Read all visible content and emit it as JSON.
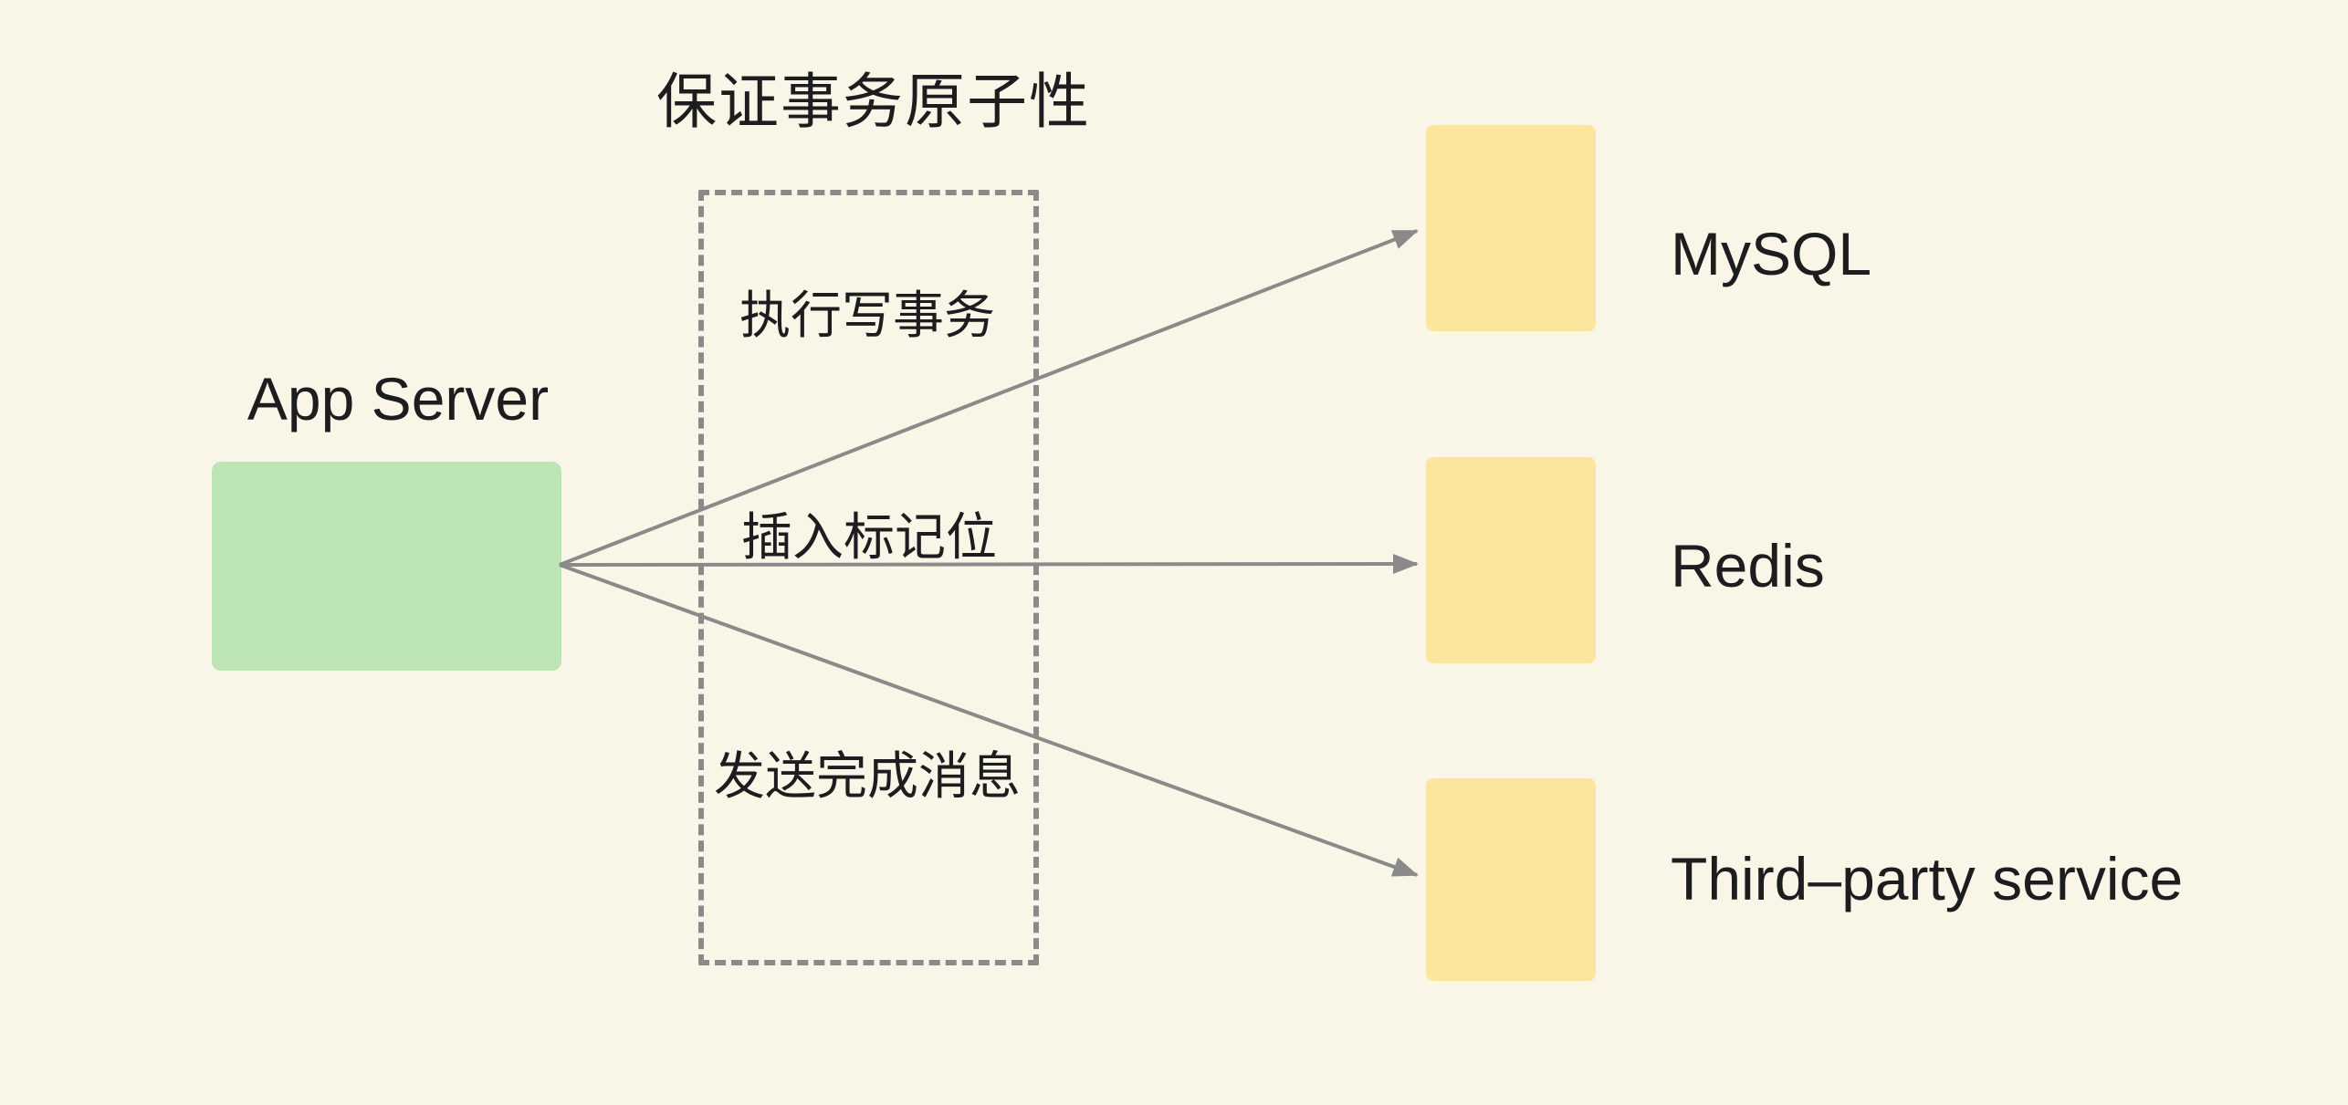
{
  "title": "保证事务原子性",
  "app_server": {
    "label": "App Server"
  },
  "steps": [
    {
      "label": "执行写事务"
    },
    {
      "label": "插入标记位"
    },
    {
      "label": "发送完成消息"
    }
  ],
  "targets": [
    {
      "label": "MySQL"
    },
    {
      "label": "Redis"
    },
    {
      "label": "Third–party service"
    }
  ],
  "colors": {
    "background": "#f9f6e8",
    "node_green": "#bde4b5",
    "node_yellow": "#fce59d",
    "line_gray": "#8a8a8a",
    "text": "#1d1d1f"
  }
}
